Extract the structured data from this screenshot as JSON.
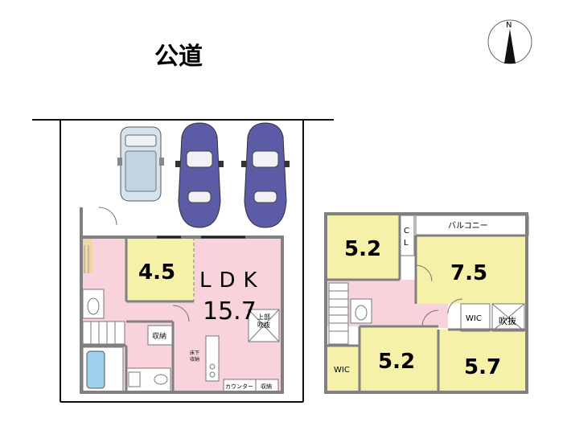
{
  "road_label": "公道",
  "compass": {
    "north_label": "N"
  },
  "floor1": {
    "rooms": [
      {
        "id": "room-4-5",
        "label": "4.5"
      },
      {
        "id": "ldk-label",
        "label": "LDK"
      },
      {
        "id": "ldk-size",
        "label": "15.7"
      }
    ],
    "small_labels": {
      "upper_void": [
        "上部",
        "吹抜"
      ],
      "storage": "収納",
      "underfloor": [
        "床下",
        "収納"
      ],
      "counter": "カウンター",
      "storage2": "収納"
    }
  },
  "floor2": {
    "balcony": "バルコニー",
    "closet": [
      "C",
      "L"
    ],
    "rooms": [
      {
        "id": "room-nw",
        "label": "5.2"
      },
      {
        "id": "room-ne",
        "label": "7.5"
      },
      {
        "id": "room-sc",
        "label": "5.2"
      },
      {
        "id": "room-se",
        "label": "5.7"
      }
    ],
    "wic_a": "WIC",
    "wic_b": "WIC",
    "void": "吹抜"
  },
  "colors": {
    "yellow": "#f6f1a8",
    "pink": "#f8d3dc",
    "wall": "#808080",
    "car_white": "#d6e2ec",
    "car_purple": "#5c5ca6",
    "bath": "#9fd0ec"
  }
}
